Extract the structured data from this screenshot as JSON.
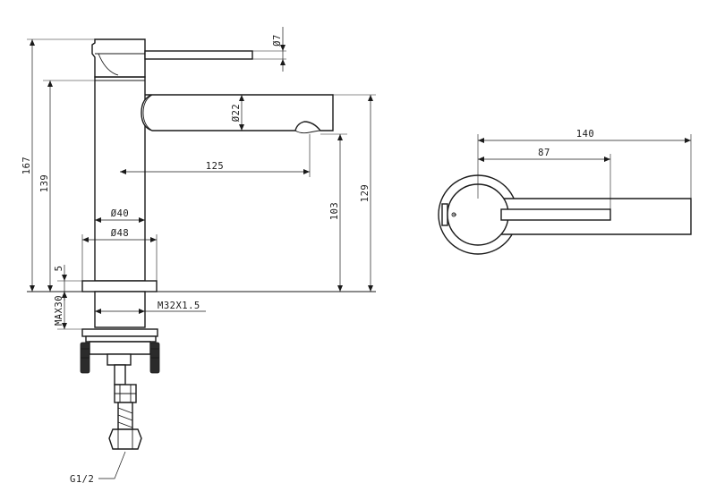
{
  "dimensions": {
    "d7": "Ø7",
    "d22": "Ø22",
    "d40": "Ø40",
    "d48": "Ø48",
    "l125": "125",
    "h167": "167",
    "h139": "139",
    "h129": "129",
    "h103": "103",
    "h5": "5",
    "max30": "MAX30",
    "thread": "M32X1.5",
    "pipe": "G1/2",
    "top_140": "140",
    "top_87": "87"
  }
}
